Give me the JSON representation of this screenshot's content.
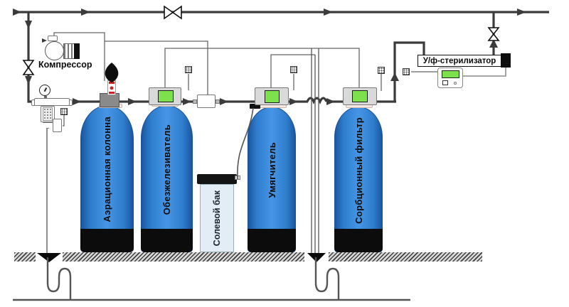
{
  "diagram": {
    "compressor_label": "Компрессор",
    "uv_label": "У/ф-стерилизатор",
    "salt_tank_label": "Солевой бак",
    "tanks": [
      {
        "id": "aeration-column",
        "label": "Аэрационная колонна"
      },
      {
        "id": "iron-remover",
        "label": "Обезжелезиватель"
      },
      {
        "id": "softener",
        "label": "Умягчитель"
      },
      {
        "id": "sorption-filter",
        "label": "Сорбционный фильтр"
      }
    ]
  },
  "icons": {
    "flow_arrow": "solid-triangle",
    "shutoff_valve": "bowtie-hourglass",
    "air_vent": "black-bulb",
    "air_injector": "white-box-red-marks",
    "pressure_gauge": "dial-circle",
    "sensor": "dotted-square-plug",
    "control_valve_head": "gray-box-green-screen",
    "uv_controller": "rounded-box-green-lcd",
    "drain_funnel": "black-triangle",
    "siphon_trap": "s-curve-pipe",
    "compressor": "circle-with-finned-coil"
  },
  "colors": {
    "pipe": "#3b3b3b",
    "line": "#666666",
    "wire": "#999999",
    "drain": "#555555",
    "blue": "#2e7ccc",
    "blue_mid": "#4795e6",
    "blue_dark": "#1a57a0",
    "base": "#0c0c0c",
    "green": "#7ce14b",
    "head": "#d9d9d9",
    "head_dark": "#8a8a8a",
    "collar": "#f5e9e2",
    "salt": "#e3edf5",
    "lid": "#141414",
    "red": "#cc2222"
  }
}
